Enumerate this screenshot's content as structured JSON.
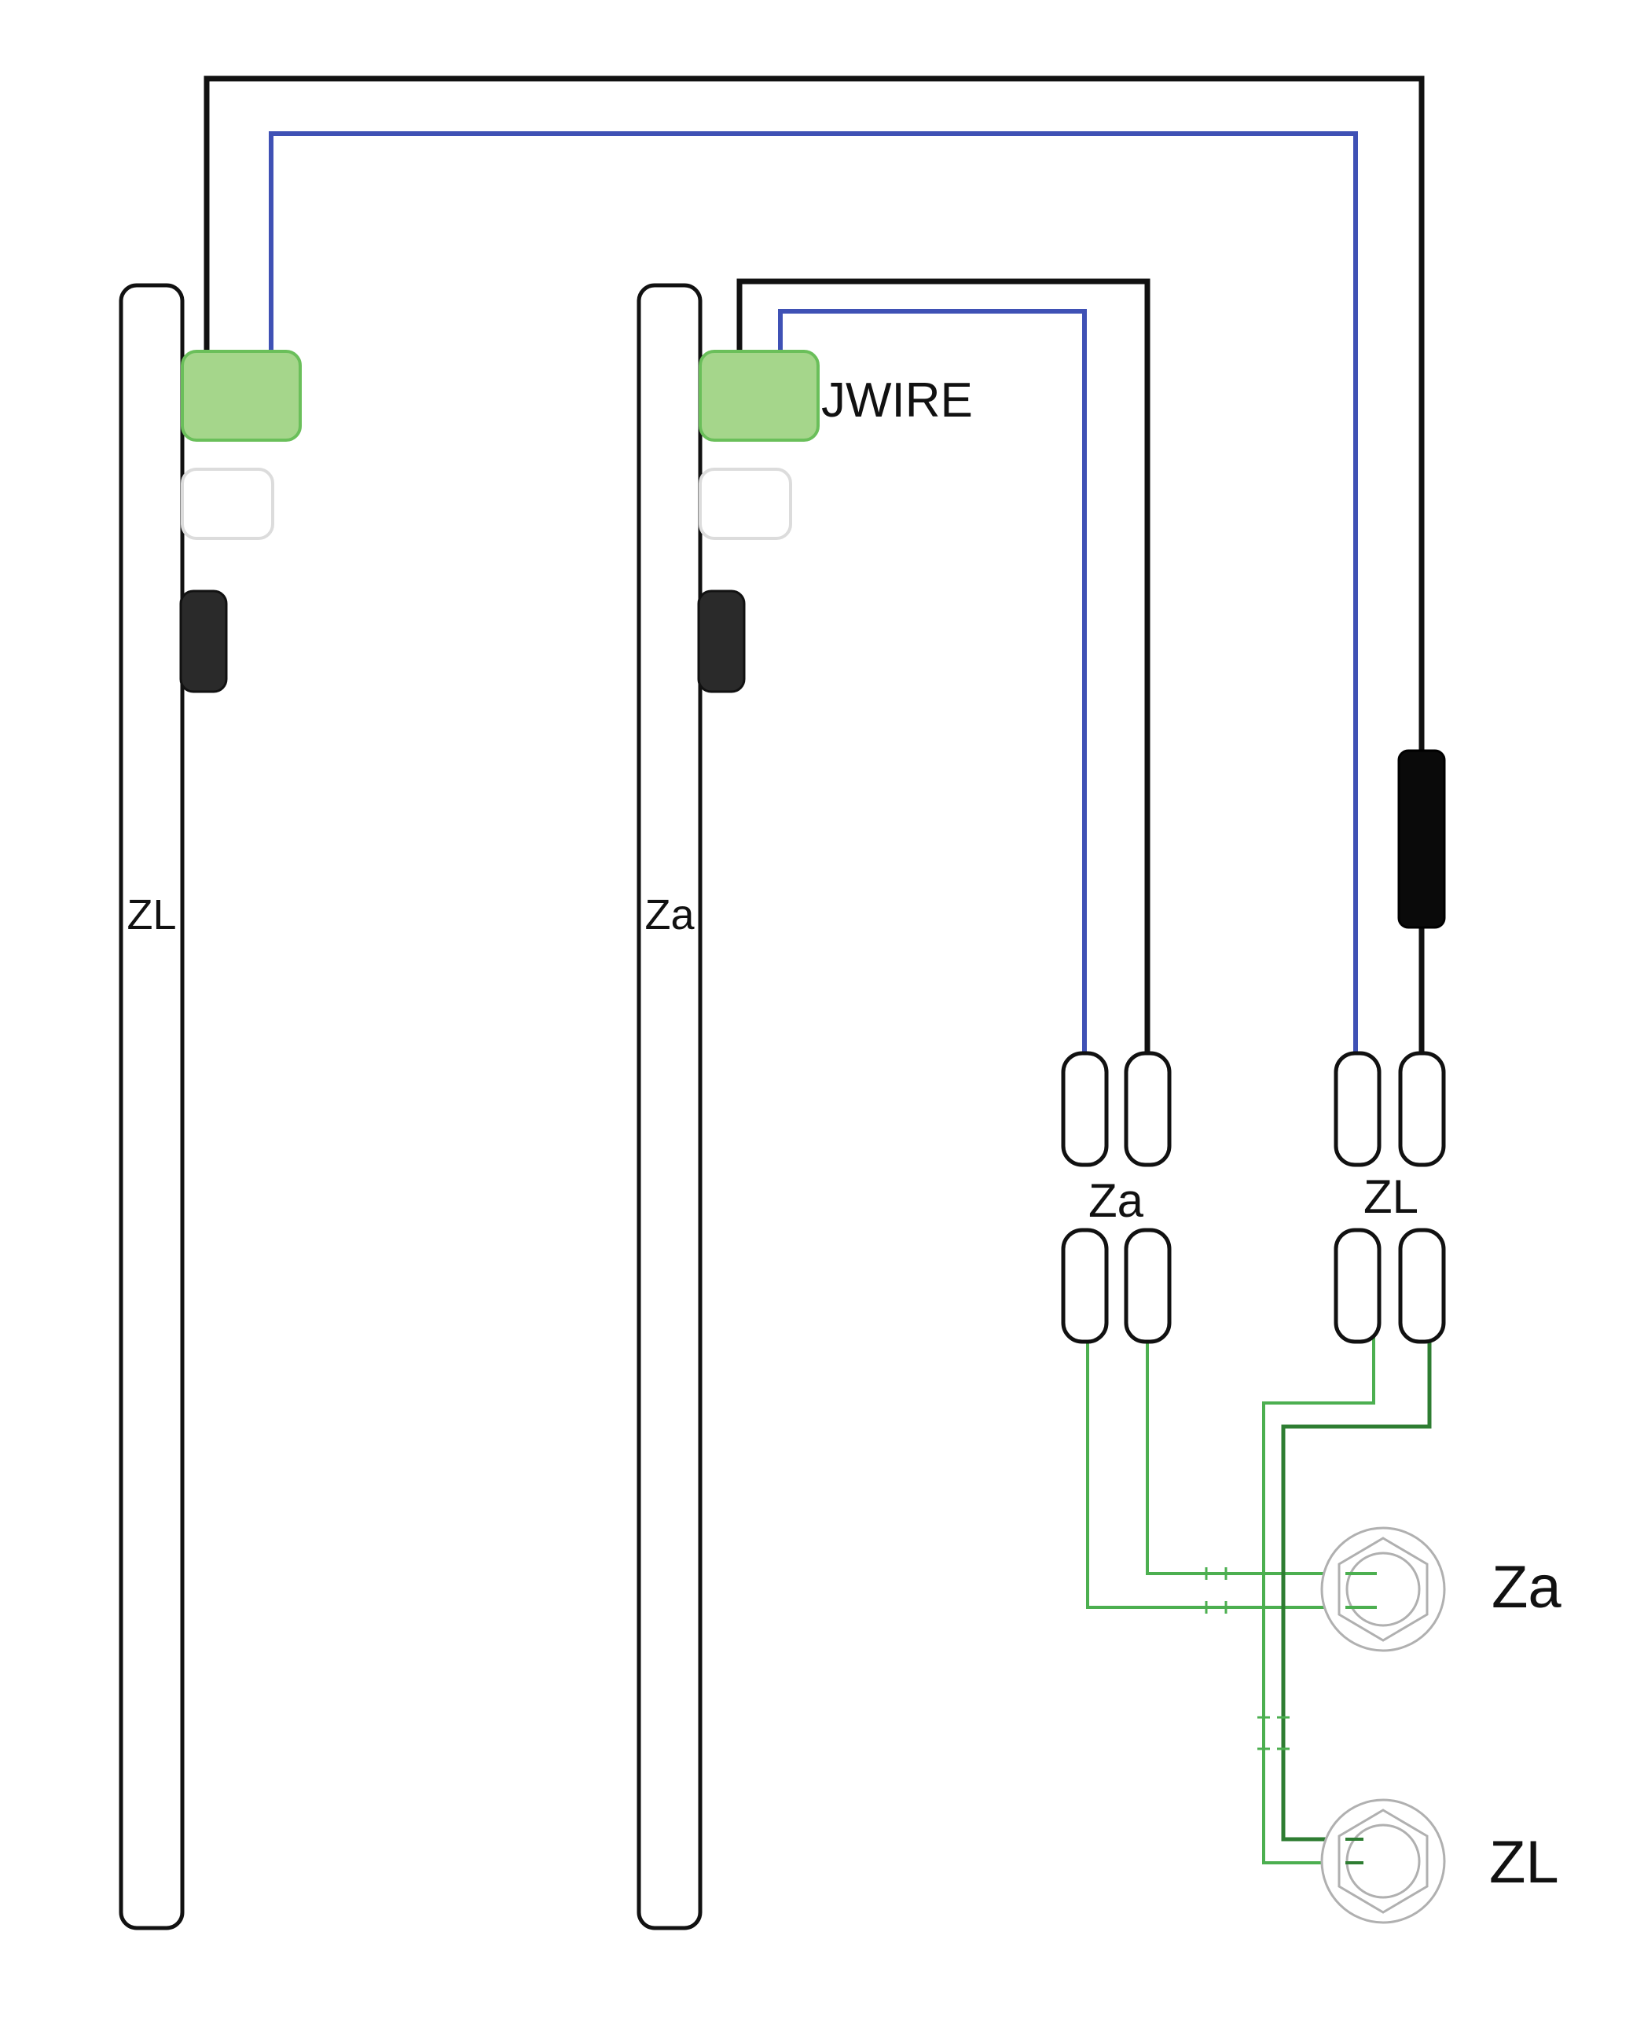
{
  "labels": {
    "rod_left": "ZL",
    "rod_right": "Za",
    "jwire": "JWIRE",
    "connector_za": "Za",
    "connector_zl": "ZL",
    "jack_za": "Za",
    "jack_zl": "ZL"
  },
  "colors": {
    "black_wire": "#111111",
    "blue_wire": "#3f51b5",
    "green_wire_light": "#4caf50",
    "green_wire_dark": "#2e7d32",
    "pad_green_fill": "#a5d68b",
    "pad_green_stroke": "#6abf5a",
    "pad_dark_fill": "#2a2a2a",
    "jack_stroke": "#b0b0b0",
    "background": "#ffffff"
  },
  "icons": {
    "jack": "hex-jack-icon",
    "connector_pin": "connector-pin-icon",
    "inline_component": "inline-resistor-icon"
  }
}
